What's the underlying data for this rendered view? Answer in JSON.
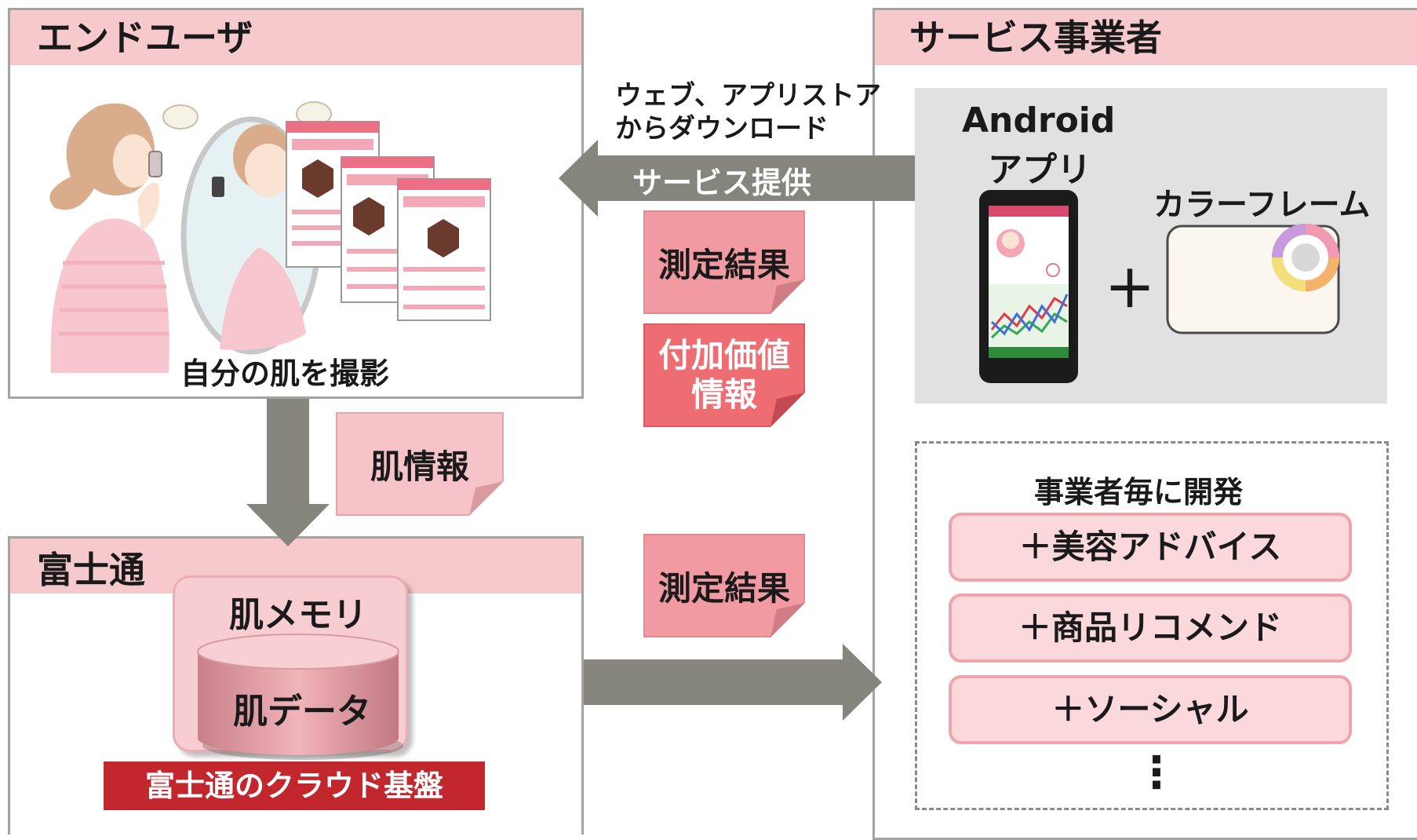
{
  "end_user": {
    "title": "エンドユーザ",
    "caption": "自分の肌を撮影"
  },
  "provider": {
    "title": "サービス事業者",
    "android_label_1": "Android",
    "android_label_2": "アプリ",
    "plus": "＋",
    "color_frame_label": "カラーフレーム"
  },
  "fujitsu": {
    "title": "富士通",
    "memory_label": "肌メモリ",
    "data_label": "肌データ",
    "cloud_label": "富士通のクラウド基盤"
  },
  "flow": {
    "download_line1": "ウェブ、アプリストア",
    "download_line2": "からダウンロード",
    "service_label": "サービス提供",
    "result_top": "測定結果",
    "value_line1": "付加価値",
    "value_line2": "情報",
    "skin_info": "肌情報",
    "result_bottom": "測定結果"
  },
  "development": {
    "title": "事業者毎に開発",
    "items": [
      "＋美容アドバイス",
      "＋商品リコメンド",
      "＋ソーシャル"
    ],
    "more": "⋮"
  },
  "colors": {
    "header_pink": "#f6c9cd",
    "arrow_gray": "#85857d",
    "accent_red": "#c1272d",
    "note_red": "#ee6d72"
  }
}
